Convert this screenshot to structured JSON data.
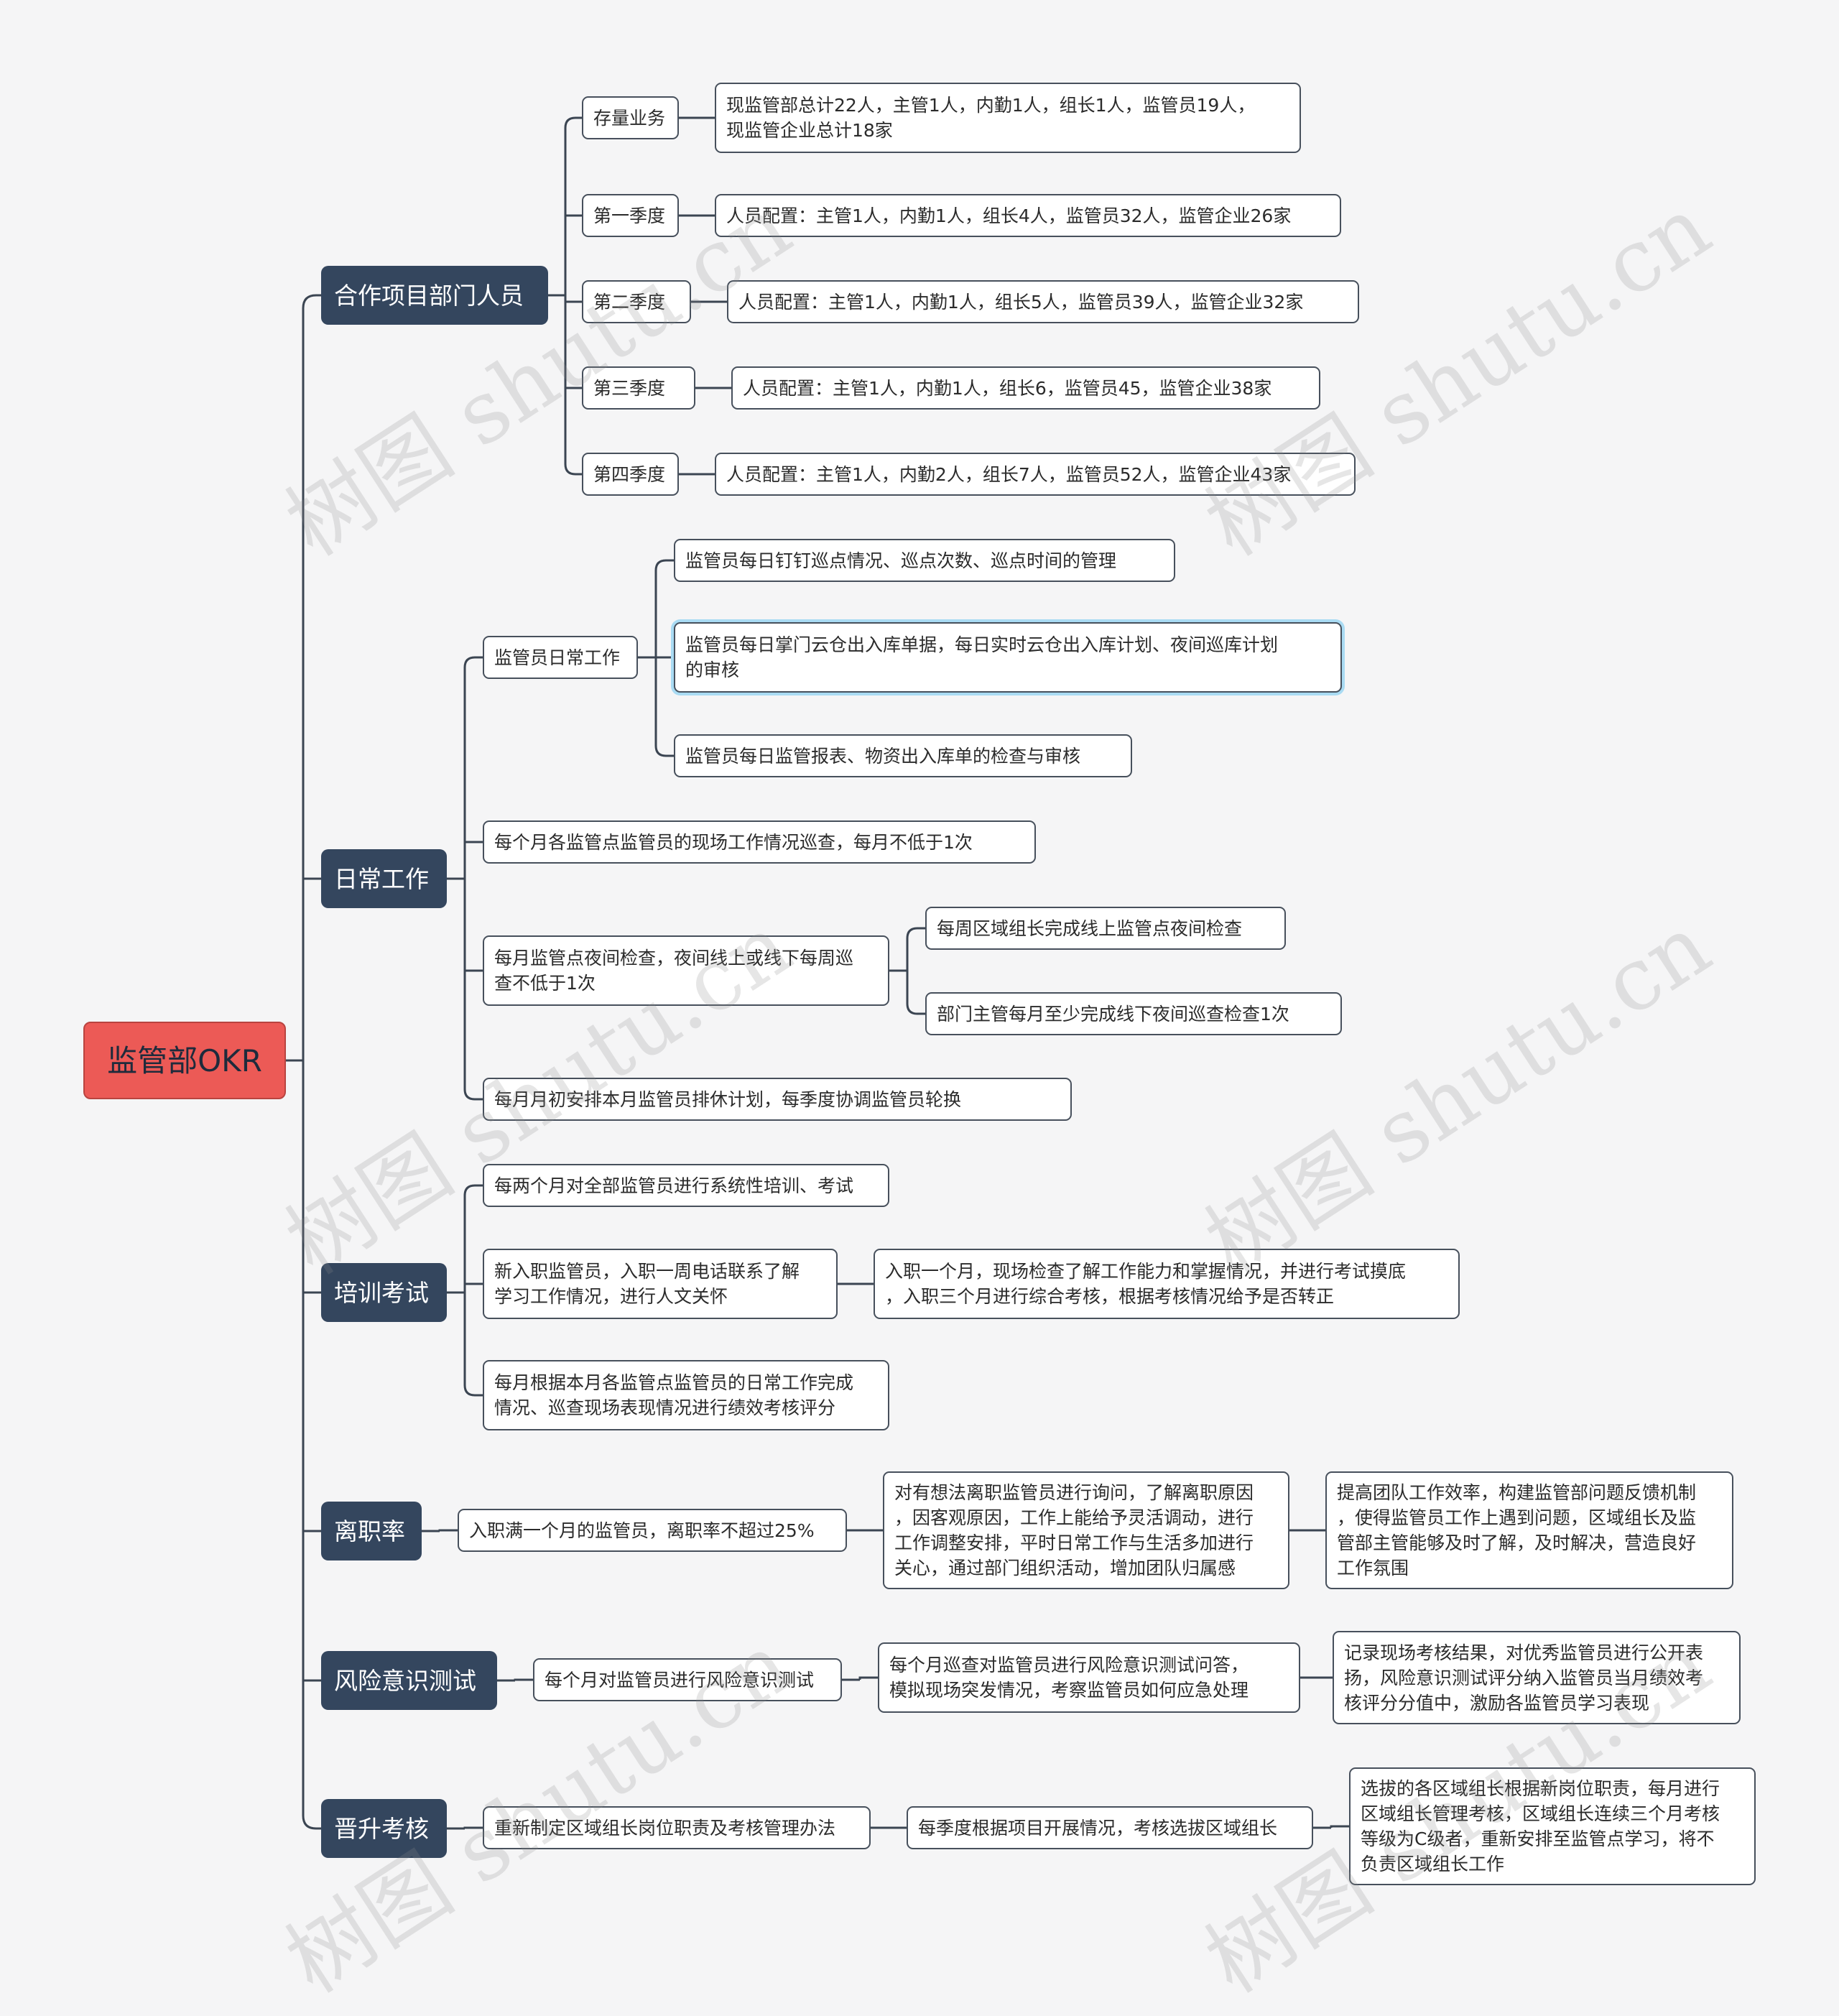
{
  "root": {
    "label": "监管部OKR"
  },
  "watermark": "树图 shutu.cn",
  "colors": {
    "root": "#ec5a56",
    "branch": "#34465e",
    "line": "#3b4552",
    "selection": "#a9dbf3",
    "background": "#f5f5f6"
  },
  "branches": [
    {
      "label": "合作项目部门人员",
      "children": [
        {
          "label": "存量业务",
          "children": [
            {
              "label": "现监管部总计22人，主管1人，内勤1人，组长1人，监管员19人，\n现监管企业总计18家"
            }
          ]
        },
        {
          "label": "第一季度",
          "children": [
            {
              "label": "人员配置：主管1人，内勤1人，组长4人，监管员32人，监管企业26家"
            }
          ]
        },
        {
          "label": "第二季度",
          "children": [
            {
              "label": "人员配置：主管1人，内勤1人，组长5人，监管员39人，监管企业32家"
            }
          ]
        },
        {
          "label": "第三季度",
          "children": [
            {
              "label": "人员配置：主管1人，内勤1人，组长6，监管员45，监管企业38家"
            }
          ]
        },
        {
          "label": "第四季度",
          "children": [
            {
              "label": "人员配置：主管1人，内勤2人，组长7人，监管员52人，监管企业43家"
            }
          ]
        }
      ]
    },
    {
      "label": "日常工作",
      "children": [
        {
          "label": "监管员日常工作",
          "children": [
            {
              "label": "监管员每日钉钉巡点情况、巡点次数、巡点时间的管理"
            },
            {
              "label": "监管员每日掌门云仓出入库单据，每日实时云仓出入库计划、夜间巡库计划\n的审核"
            },
            {
              "label": "监管员每日监管报表、物资出入库单的检查与审核"
            }
          ]
        },
        {
          "label": "每个月各监管点监管员的现场工作情况巡查，每月不低于1次"
        },
        {
          "label": "每月监管点夜间检查，夜间线上或线下每周巡\n查不低于1次",
          "children": [
            {
              "label": "每周区域组长完成线上监管点夜间检查"
            },
            {
              "label": "部门主管每月至少完成线下夜间巡查检查1次"
            }
          ]
        },
        {
          "label": "每月月初安排本月监管员排休计划，每季度协调监管员轮换"
        }
      ]
    },
    {
      "label": "培训考试",
      "children": [
        {
          "label": "每两个月对全部监管员进行系统性培训、考试"
        },
        {
          "label": "新入职监管员，入职一周电话联系了解\n学习工作情况，进行人文关怀",
          "children": [
            {
              "label": "入职一个月，现场检查了解工作能力和掌握情况，并进行考试摸底\n，入职三个月进行综合考核，根据考核情况给予是否转正"
            }
          ]
        },
        {
          "label": "每月根据本月各监管点监管员的日常工作完成\n情况、巡查现场表现情况进行绩效考核评分"
        }
      ]
    },
    {
      "label": "离职率",
      "children": [
        {
          "label": "入职满一个月的监管员，离职率不超过25%",
          "children": [
            {
              "label": "对有想法离职监管员进行询问，了解离职原因\n，因客观原因，工作上能给予灵活调动，进行\n工作调整安排，平时日常工作与生活多加进行\n关心，通过部门组织活动，增加团队归属感",
              "children": [
                {
                  "label": "提高团队工作效率，构建监管部问题反馈机制\n，使得监管员工作上遇到问题，区域组长及监\n管部主管能够及时了解，及时解决，营造良好\n工作氛围"
                }
              ]
            }
          ]
        }
      ]
    },
    {
      "label": "风险意识测试",
      "children": [
        {
          "label": "每个月对监管员进行风险意识测试",
          "children": [
            {
              "label": "每个月巡查对监管员进行风险意识测试问答，\n模拟现场突发情况，考察监管员如何应急处理",
              "children": [
                {
                  "label": "记录现场考核结果，对优秀监管员进行公开表\n扬，风险意识测试评分纳入监管员当月绩效考\n核评分分值中，激励各监管员学习表现"
                }
              ]
            }
          ]
        }
      ]
    },
    {
      "label": "晋升考核",
      "children": [
        {
          "label": "重新制定区域组长岗位职责及考核管理办法",
          "children": [
            {
              "label": "每季度根据项目开展情况，考核选拔区域组长",
              "children": [
                {
                  "label": "选拔的各区域组长根据新岗位职责，每月进行\n区域组长管理考核，区域组长连续三个月考核\n等级为C级者，重新安排至监管点学习，将不\n负责区域组长工作"
                }
              ]
            }
          ]
        }
      ]
    }
  ]
}
